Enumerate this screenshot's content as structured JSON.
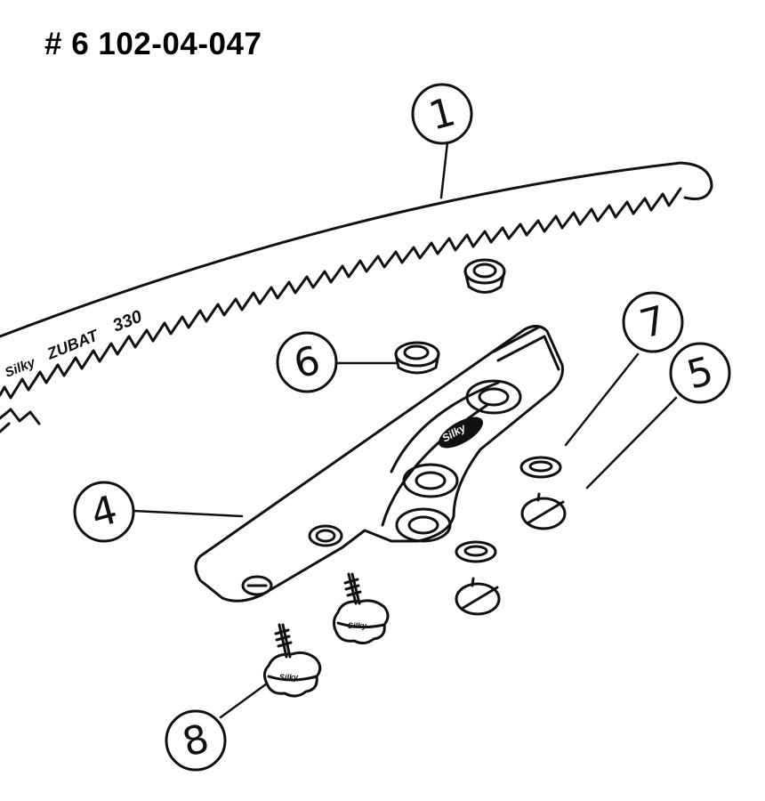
{
  "header": {
    "part_number": "# 6 102-04-047"
  },
  "blade": {
    "brand": "Silky",
    "model": "ZUBAT",
    "size": "330"
  },
  "holder": {
    "brand": "Silky"
  },
  "knob": {
    "brand": "Silky"
  },
  "callouts": [
    "1",
    "4",
    "5",
    "6",
    "7",
    "8"
  ]
}
